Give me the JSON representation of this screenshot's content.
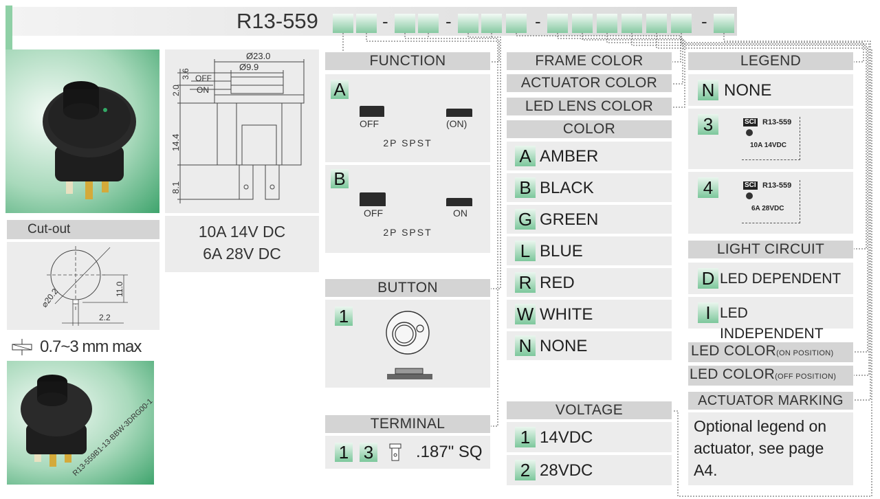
{
  "part_number": {
    "prefix": "R13-559",
    "dash": "-"
  },
  "cutout": {
    "title": "Cut-out",
    "dia": "⌀20.2",
    "h": "11.0",
    "w": "2.2",
    "panel_range": "0.7~3 mm max"
  },
  "drawing": {
    "dia_outer": "Ø23.0",
    "dia_inner": "Ø9.9",
    "d36": "3.6",
    "d20": "2.0",
    "d144": "14.4",
    "d81": "8.1",
    "off": "OFF",
    "on": "ON"
  },
  "rating": {
    "line1": "10A 14V DC",
    "line2": "6A 28V DC"
  },
  "function": {
    "title": "FUNCTION",
    "a": {
      "code": "A",
      "left": "OFF",
      "right": "(ON)",
      "desc": "2P SPST"
    },
    "b": {
      "code": "B",
      "left": "OFF",
      "right": "ON",
      "desc": "2P SPST"
    }
  },
  "button": {
    "title": "BUTTON",
    "code": "1"
  },
  "terminal": {
    "title": "TERMINAL",
    "code1": "1",
    "code2": "3",
    "desc": ".187\" SQ"
  },
  "frame_color": {
    "title": "FRAME COLOR"
  },
  "actuator_color": {
    "title": "ACTUATOR COLOR"
  },
  "led_lens_color": {
    "title": "LED LENS COLOR"
  },
  "color": {
    "title": "COLOR",
    "items": [
      {
        "code": "A",
        "label": "AMBER"
      },
      {
        "code": "B",
        "label": "BLACK"
      },
      {
        "code": "G",
        "label": "GREEN"
      },
      {
        "code": "L",
        "label": "BLUE"
      },
      {
        "code": "R",
        "label": "RED"
      },
      {
        "code": "W",
        "label": "WHITE"
      },
      {
        "code": "N",
        "label": "NONE"
      }
    ]
  },
  "voltage": {
    "title": "VOLTAGE",
    "items": [
      {
        "code": "1",
        "label": "14VDC"
      },
      {
        "code": "2",
        "label": "28VDC"
      }
    ]
  },
  "legend": {
    "title": "LEGEND",
    "none": {
      "code": "N",
      "label": "NONE"
    },
    "l3": {
      "code": "3",
      "logo": "SCI",
      "part": "R13-559",
      "rating": "10A 14VDC"
    },
    "l4": {
      "code": "4",
      "logo": "SCI",
      "part": "R13-559",
      "rating": "6A 28VDC"
    }
  },
  "light_circuit": {
    "title": "LIGHT CIRCUIT",
    "items": [
      {
        "code": "D",
        "label": "LED DEPENDENT"
      },
      {
        "code": "I",
        "label": "LED INDEPENDENT"
      }
    ]
  },
  "led_color_on": {
    "title": "LED COLOR",
    "sub": "(ON POSITION)"
  },
  "led_color_off": {
    "title": "LED COLOR",
    "sub": "(OFF POSITION)"
  },
  "actuator_marking": {
    "title": "ACTUATOR MARKING",
    "note": "Optional legend on actuator, see page A4."
  },
  "photo2_label": "R13-559B1-13-BBW-3DRG00-1",
  "accent": "#7cc79b"
}
